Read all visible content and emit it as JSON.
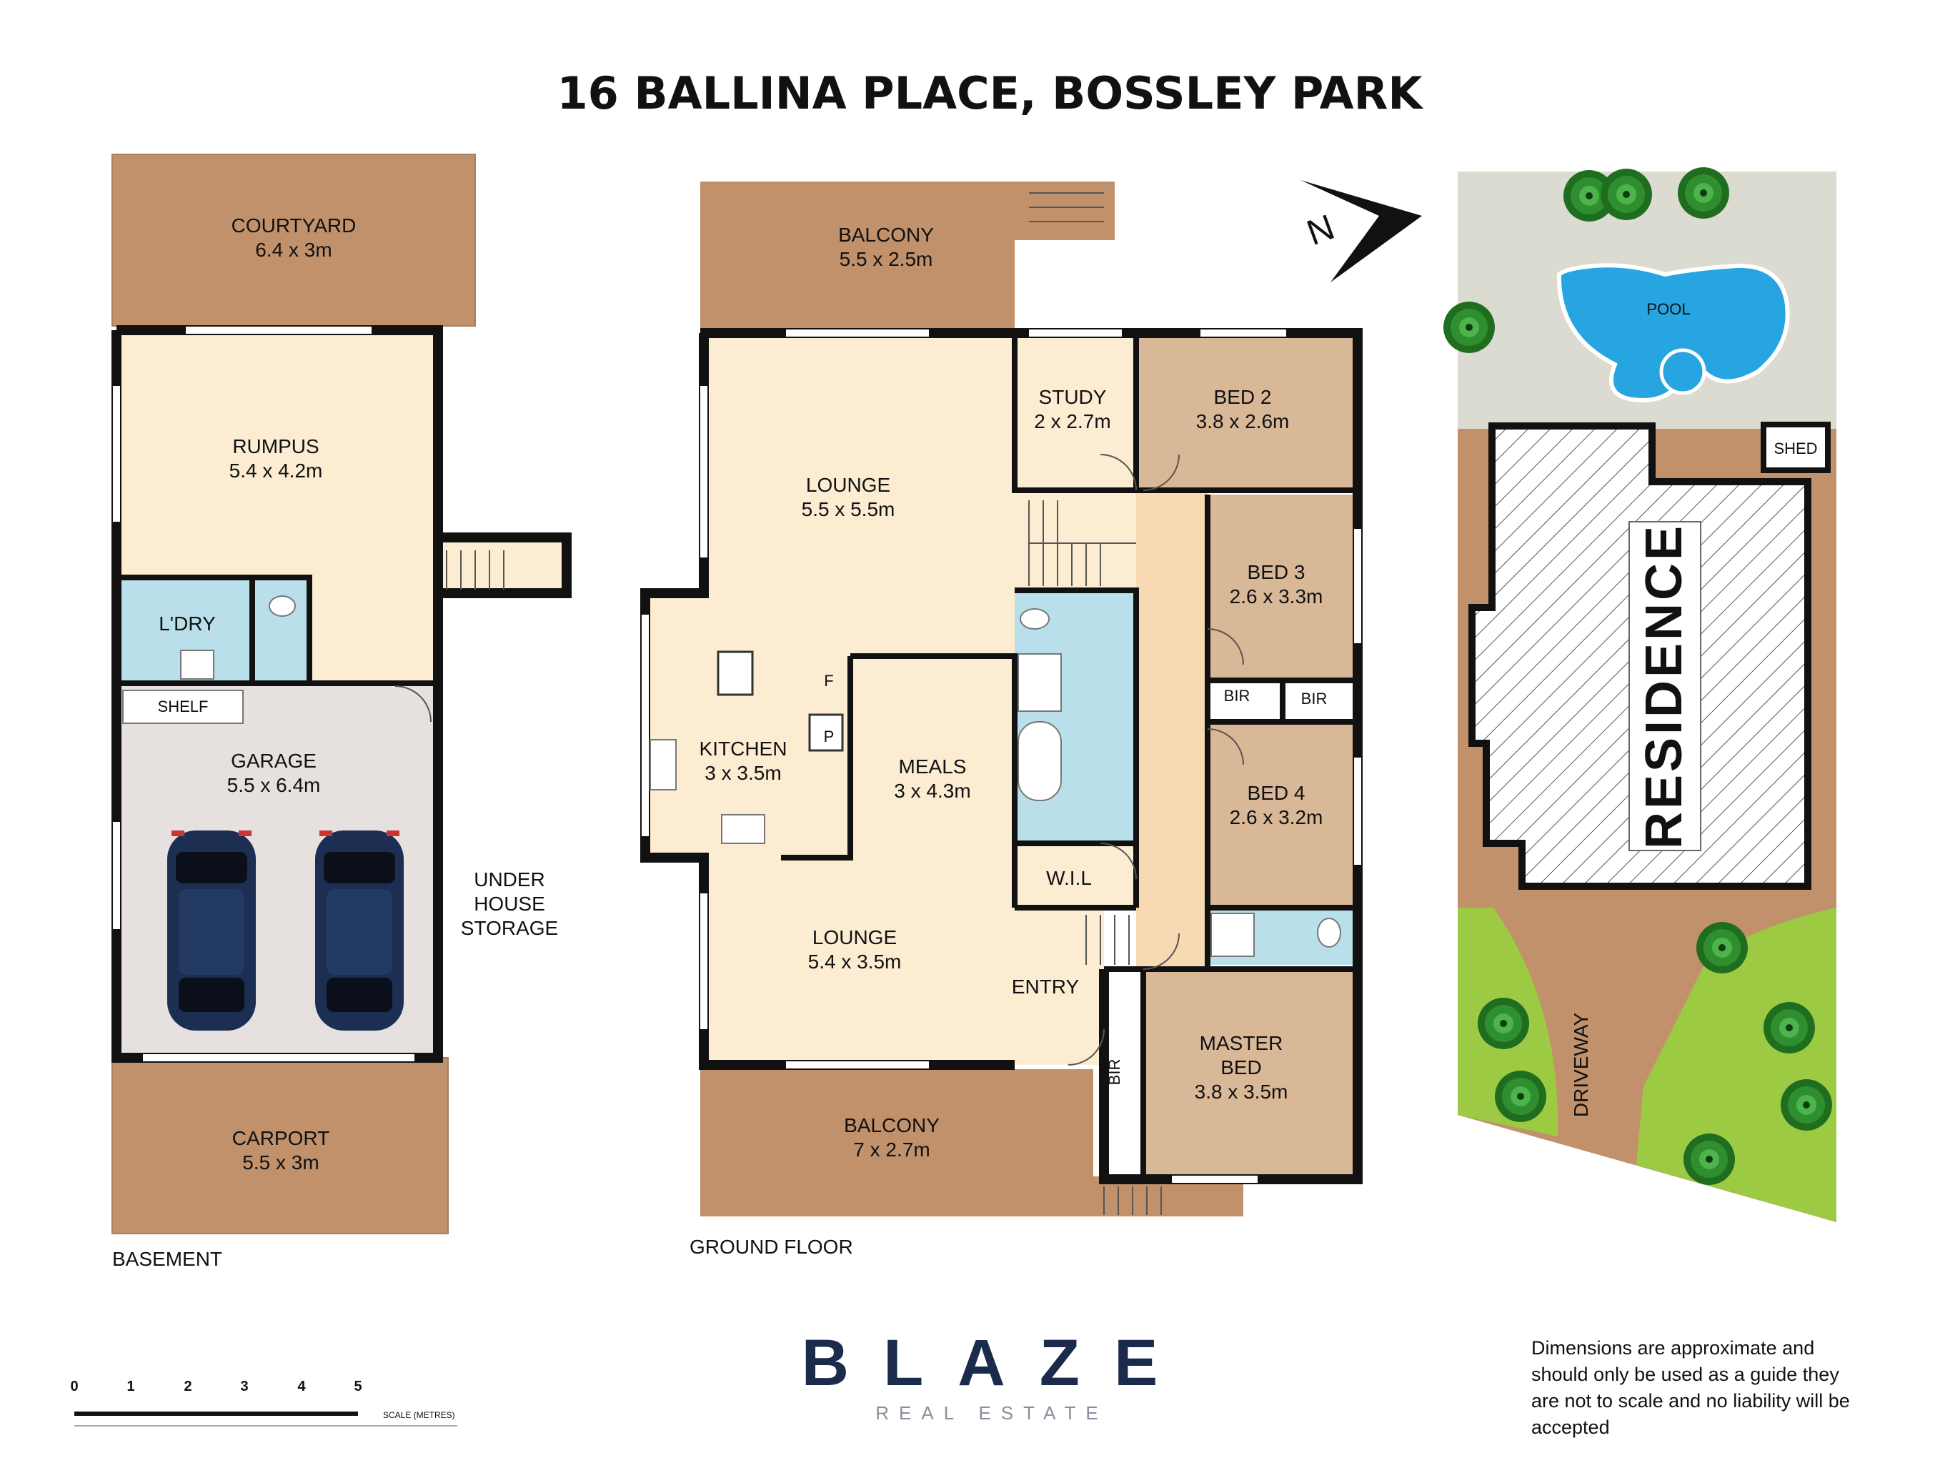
{
  "title": "16 BALLINA PLACE, BOSSLEY PARK",
  "basement": {
    "floor_label": "BASEMENT",
    "courtyard": {
      "name": "COURTYARD",
      "size": "6.4 x 3m"
    },
    "rumpus": {
      "name": "RUMPUS",
      "size": "5.4 x 4.2m"
    },
    "laundry": {
      "name": "L'DRY"
    },
    "shelf": "SHELF",
    "garage": {
      "name": "GARAGE",
      "size": "5.5 x 6.4m"
    },
    "storage": [
      "UNDER",
      "HOUSE",
      "STORAGE"
    ],
    "carport": {
      "name": "CARPORT",
      "size": "5.5 x 3m"
    }
  },
  "ground": {
    "floor_label": "GROUND FLOOR",
    "balcony_top": {
      "name": "BALCONY",
      "size": "5.5 x 2.5m"
    },
    "lounge_top": {
      "name": "LOUNGE",
      "size": "5.5 x 5.5m"
    },
    "study": {
      "name": "STUDY",
      "size": "2 x 2.7m"
    },
    "bed2": {
      "name": "BED 2",
      "size": "3.8 x 2.6m"
    },
    "bed3": {
      "name": "BED 3",
      "size": "2.6 x 3.3m"
    },
    "bir": "BIR",
    "bed4": {
      "name": "BED 4",
      "size": "2.6 x 3.2m"
    },
    "kitchen": {
      "name": "KITCHEN",
      "size": "3 x 3.5m"
    },
    "fridge": "F",
    "pantry": "P",
    "meals": {
      "name": "MEALS",
      "size": "3 x 4.3m"
    },
    "wil": "W.I.L",
    "lounge_bottom": {
      "name": "LOUNGE",
      "size": "5.4 x 3.5m"
    },
    "entry": "ENTRY",
    "master": {
      "name": [
        "MASTER",
        "BED"
      ],
      "size": "3.8 x 3.5m"
    },
    "balcony_bottom": {
      "name": "BALCONY",
      "size": "7 x 2.7m"
    }
  },
  "compass": "N",
  "site": {
    "pool": "POOL",
    "shed": "SHED",
    "residence": "RESIDENCE",
    "driveway": "DRIVEWAY"
  },
  "scale": {
    "ticks": [
      "0",
      "1",
      "2",
      "3",
      "4",
      "5"
    ],
    "label": "SCALE (METRES)"
  },
  "brand": {
    "name": "BLAZE",
    "sub": "REAL ESTATE"
  },
  "disclaimer": [
    "Dimensions are approximate and",
    "should only be used as a guide they",
    "are not to scale and no liability will be",
    "accepted"
  ],
  "colors": {
    "outdoor": "#c0916b",
    "interior": "#fbecd2",
    "bedroom": "#d9b898",
    "wet": "#b9e0ea",
    "garage": "#e6e1df",
    "hall": "#f7d9b3",
    "site_paving": "#dcdbd2",
    "pool": "#27a5e0",
    "lawn": "#9ccb43",
    "brand": "#1a2b4c"
  }
}
